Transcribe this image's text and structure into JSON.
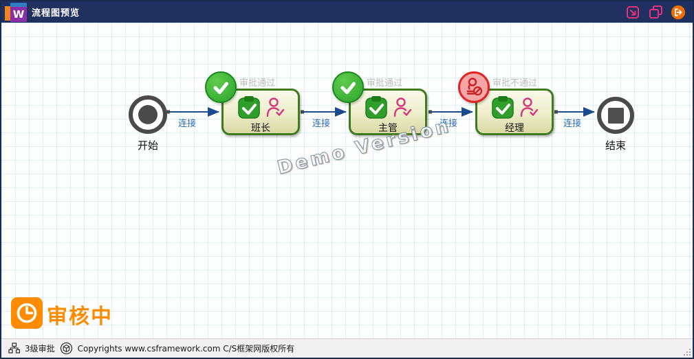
{
  "titlebar": {
    "title": "流程图预览",
    "logo_letter": "W"
  },
  "flow": {
    "start_label": "开始",
    "end_label": "结束",
    "connector_label": "连接",
    "steps": [
      {
        "label": "班长",
        "badge_label": "审批通过",
        "badge_type": "approved"
      },
      {
        "label": "主管",
        "badge_label": "审批通过",
        "badge_type": "approved"
      },
      {
        "label": "经理",
        "badge_label": "审批不通过",
        "badge_type": "rejected"
      }
    ],
    "watermark": "Demo Version",
    "review_status": "审核中"
  },
  "statusbar": {
    "flow_name": "3级审批",
    "copyright": "Copyrights www.csframework.com C/S框架网版权所有"
  },
  "icons": {
    "titlebar": [
      "popup-arrow-icon",
      "copy-icon",
      "exit-icon"
    ],
    "step": [
      "clipboard-check-icon",
      "person-check-icon"
    ],
    "badges": [
      "check-circle-icon",
      "stamp-rejected-icon"
    ],
    "review": [
      "clock-icon"
    ],
    "statusbar": [
      "hierarchy-icon",
      "cube-icon"
    ]
  },
  "colors": {
    "titlebar_bg": "#20315f",
    "accent_magenta": "#e8317e",
    "exit_orange": "#ef6c00",
    "node_border": "#3e7a1e",
    "node_fill": "#ecedc6",
    "approved_green": "#2ea52e",
    "rejected_red": "#e02424",
    "connector_blue": "#1b4a8f",
    "review_orange": "#ff8c00",
    "badge_label_gray": "#bdbdbd"
  }
}
